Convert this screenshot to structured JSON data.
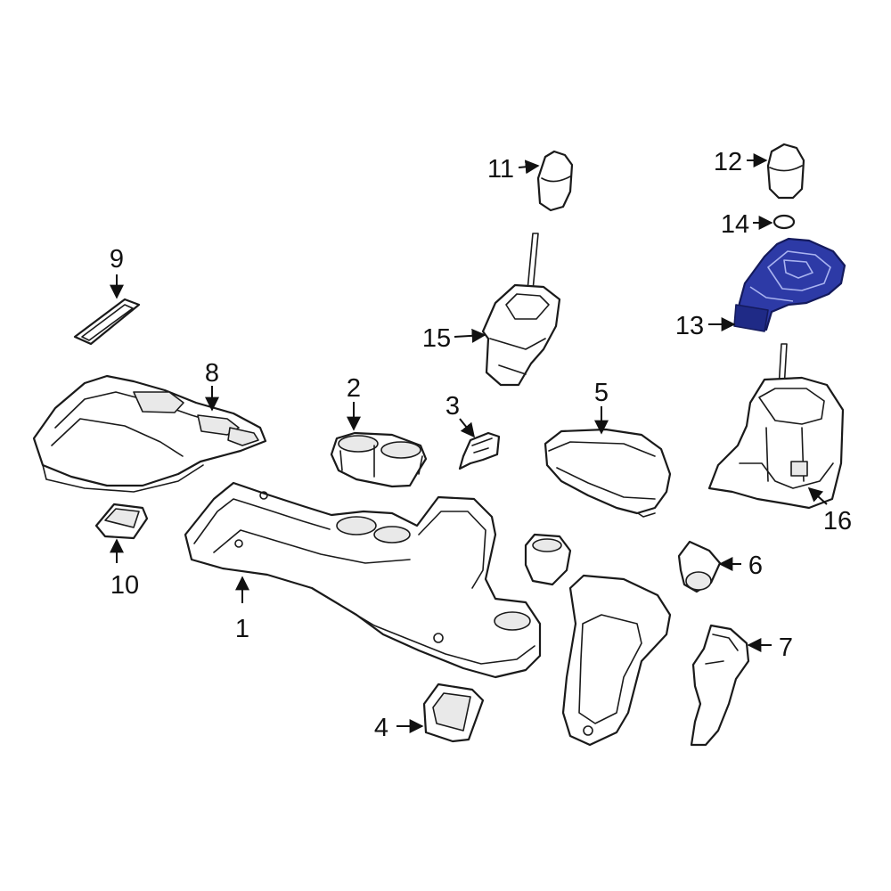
{
  "highlight_color": "#2d3aa6",
  "highlighted_part": "13",
  "callouts": [
    "1",
    "2",
    "3",
    "4",
    "5",
    "6",
    "7",
    "8",
    "9",
    "10",
    "11",
    "12",
    "13",
    "14",
    "15",
    "16"
  ]
}
